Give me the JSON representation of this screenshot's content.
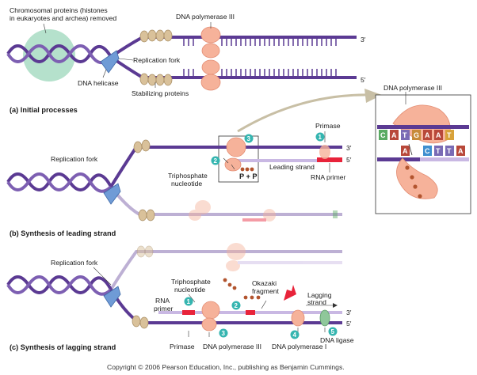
{
  "labels": {
    "chromosomal_proteins_line1": "Chromosomal proteins (histones",
    "chromosomal_proteins_line2": "in eukaryotes and archea) removed",
    "dna_polymerase_iii_top": "DNA polymerase III",
    "prime_3_a": "3′",
    "prime_5_a": "5′",
    "replication_fork_a": "Replication fork",
    "dna_helicase": "DNA helicase",
    "stabilizing_proteins": "Stabilizing proteins",
    "panel_a_title": "(a) Initial processes",
    "dna_polymerase_iii_inset": "DNA polymerase III",
    "primase_b": "Primase",
    "prime_3_b": "3′",
    "prime_5_b": "5′",
    "replication_fork_b": "Replication fork",
    "triphosphate_b_line1": "Triphosphate",
    "triphosphate_b_line2": "nucleotide",
    "p_plus_p": "P + P",
    "leading_strand": "Leading strand",
    "rna_primer_b": "RNA primer",
    "panel_b_title": "(b) Synthesis of leading strand",
    "replication_fork_c": "Replication fork",
    "triphosphate_c_line1": "Triphosphate",
    "triphosphate_c_line2": "nucleotide",
    "okazaki_line1": "Okazaki",
    "okazaki_line2": "fragment",
    "lagging_line1": "Lagging",
    "lagging_line2": "strand",
    "prime_3_c": "3′",
    "prime_5_c": "5′",
    "rna_primer_c_line1": "RNA",
    "rna_primer_c_line2": "primer",
    "primase_c": "Primase",
    "dna_polymerase_iii_c": "DNA polymerase III",
    "dna_polymerase_i_c": "DNA polymerase I",
    "dna_ligase": "DNA ligase",
    "panel_c_title": "(c) Synthesis of lagging strand",
    "copyright": "Copyright © 2006 Pearson Education, Inc., publishing as Benjamin Cummings."
  },
  "step_numbers": {
    "b_primase": "1",
    "b_nucleotide": "2",
    "b_polymerase": "3",
    "c_primase": "1",
    "c_nucleotide": "2",
    "c_polymerase": "3",
    "c_pol_i": "4",
    "c_ligase": "5"
  },
  "inset_bases": {
    "top": [
      "C",
      "A",
      "T",
      "G",
      "A",
      "A",
      "T"
    ],
    "bottom": [
      "A",
      "C",
      "T",
      "T",
      "A"
    ]
  },
  "colors": {
    "strand": "#5b3a93",
    "strand_light": "#c9b8e3",
    "polymerase": "#f6b29a",
    "polymerase_light": "#fbdcd0",
    "primer_red": "#e8233a",
    "bead": "#d9c19a",
    "helicase": "#6f9bd6",
    "histone": "#a8dcc3",
    "step_badge": "#35b5b0",
    "nucleotide": "#b2542e"
  }
}
